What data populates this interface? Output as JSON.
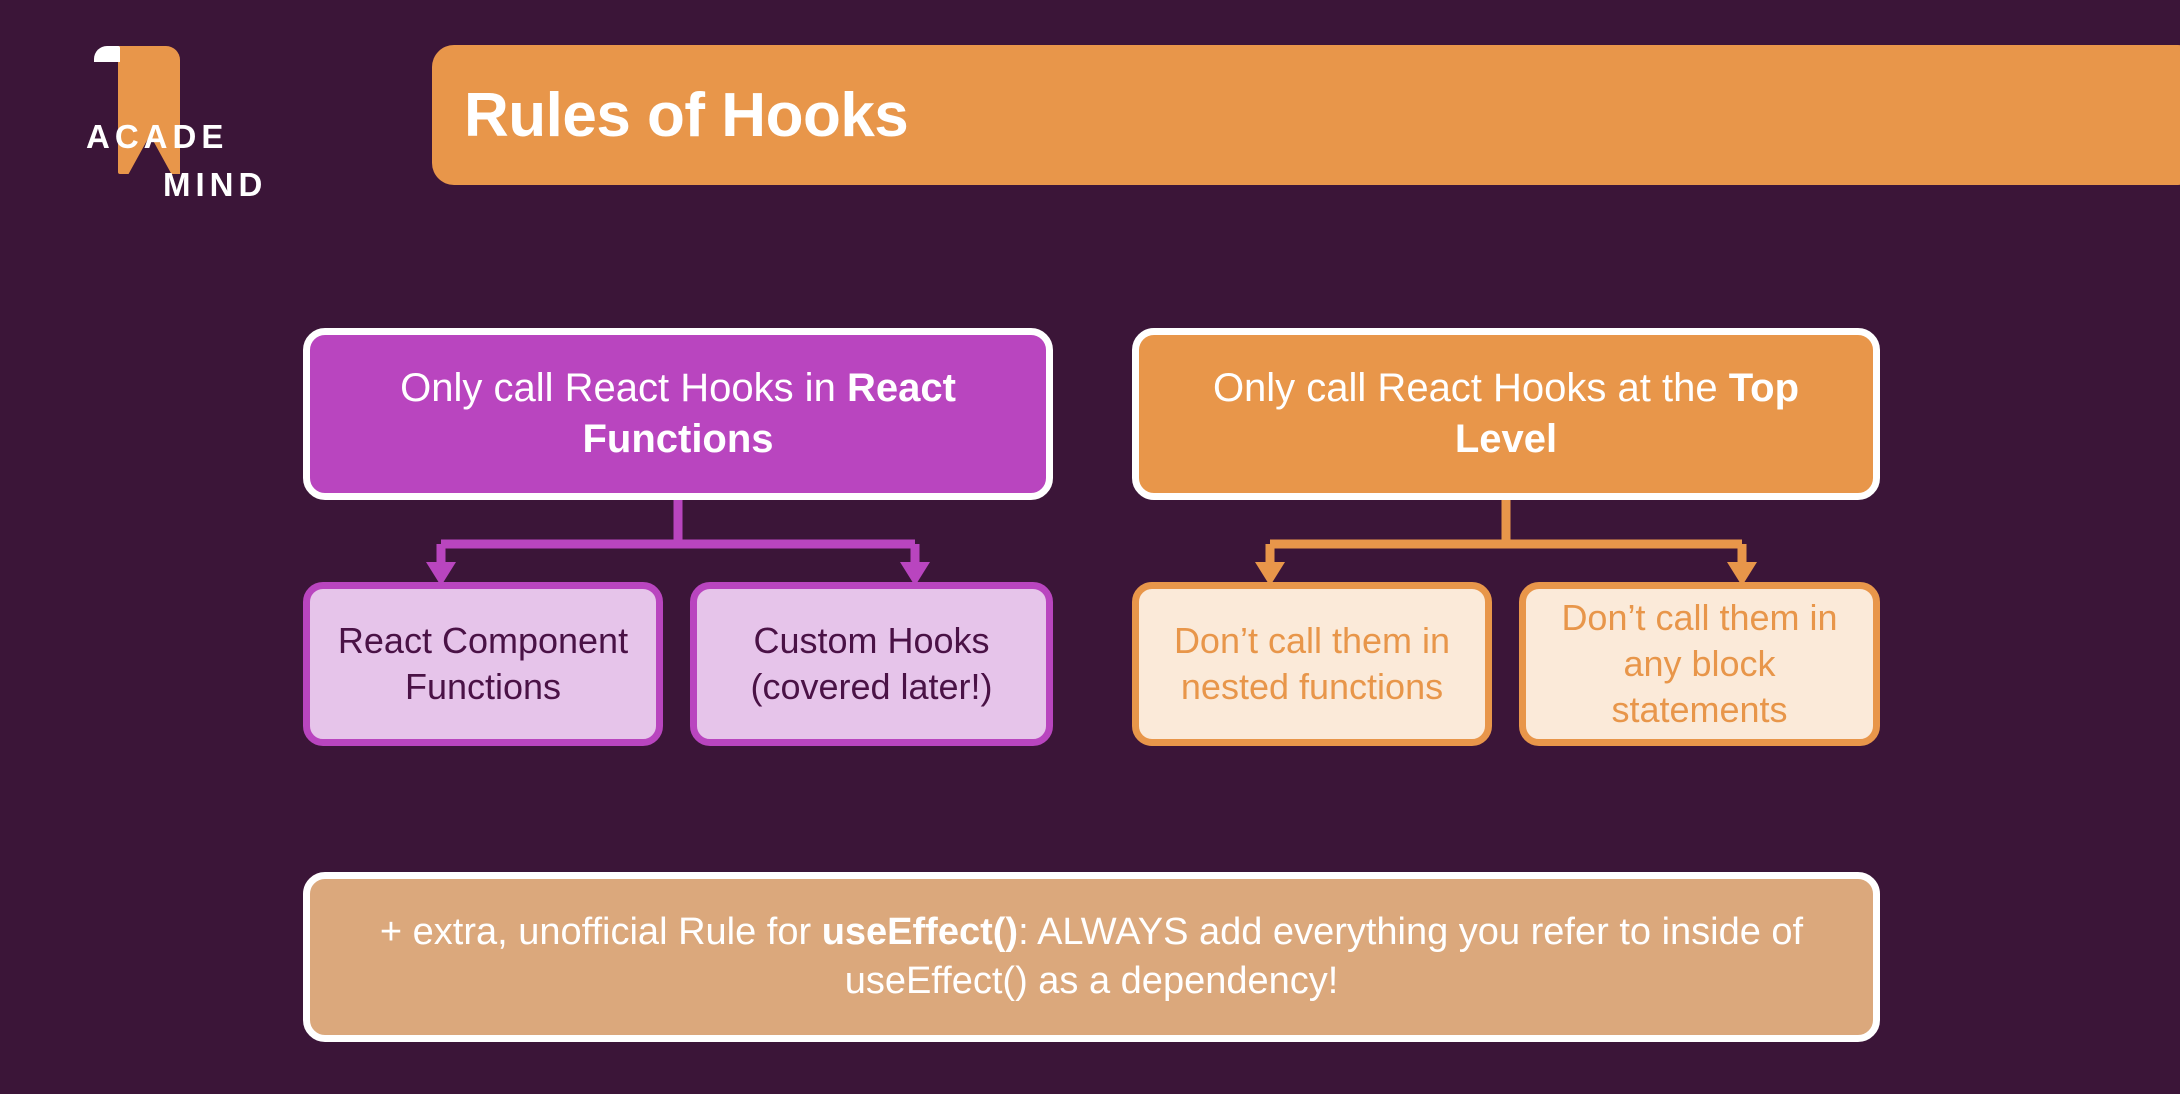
{
  "slide": {
    "background_color": "#3b1538",
    "title": "Rules of Hooks"
  },
  "brand": {
    "name_line1": "ACADE",
    "name_line2": "MIND",
    "logo_color": "#e8964a"
  },
  "colors": {
    "background": "#3b1538",
    "orange": "#e8964a",
    "purple": "#b945bf",
    "light_purple": "#e6c4ea",
    "cream": "#fbead9",
    "tan": "#dba87c",
    "white": "#ffffff",
    "dark_text": "#4a1246"
  },
  "diagram": {
    "branches": [
      {
        "id": "react-functions",
        "accent": "#b945bf",
        "parent": {
          "text_before": "Only call React Hooks in ",
          "text_bold": "React Functions"
        },
        "children": [
          {
            "id": "react-component-functions",
            "text": "React Component Functions"
          },
          {
            "id": "custom-hooks",
            "text": "Custom Hooks (covered later!)"
          }
        ]
      },
      {
        "id": "top-level",
        "accent": "#e8964a",
        "parent": {
          "text_before": "Only call React Hooks at the ",
          "text_bold": "Top Level"
        },
        "children": [
          {
            "id": "nested-functions",
            "text": "Don’t call them in nested functions"
          },
          {
            "id": "block-statements",
            "text": "Don’t call them in any block statements"
          }
        ]
      }
    ]
  },
  "footer": {
    "text_before": "+ extra, unofficial Rule for ",
    "text_bold": "useEffect()",
    "text_after": ": ALWAYS add everything you refer to inside of useEffect() as a dependency!"
  }
}
